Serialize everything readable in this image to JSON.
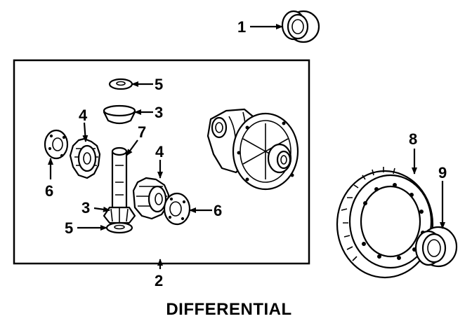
{
  "diagram": {
    "title": "DIFFERENTIAL",
    "callouts": [
      "1",
      "2",
      "3",
      "3",
      "4",
      "4",
      "5",
      "5",
      "6",
      "6",
      "7",
      "8",
      "9"
    ]
  }
}
